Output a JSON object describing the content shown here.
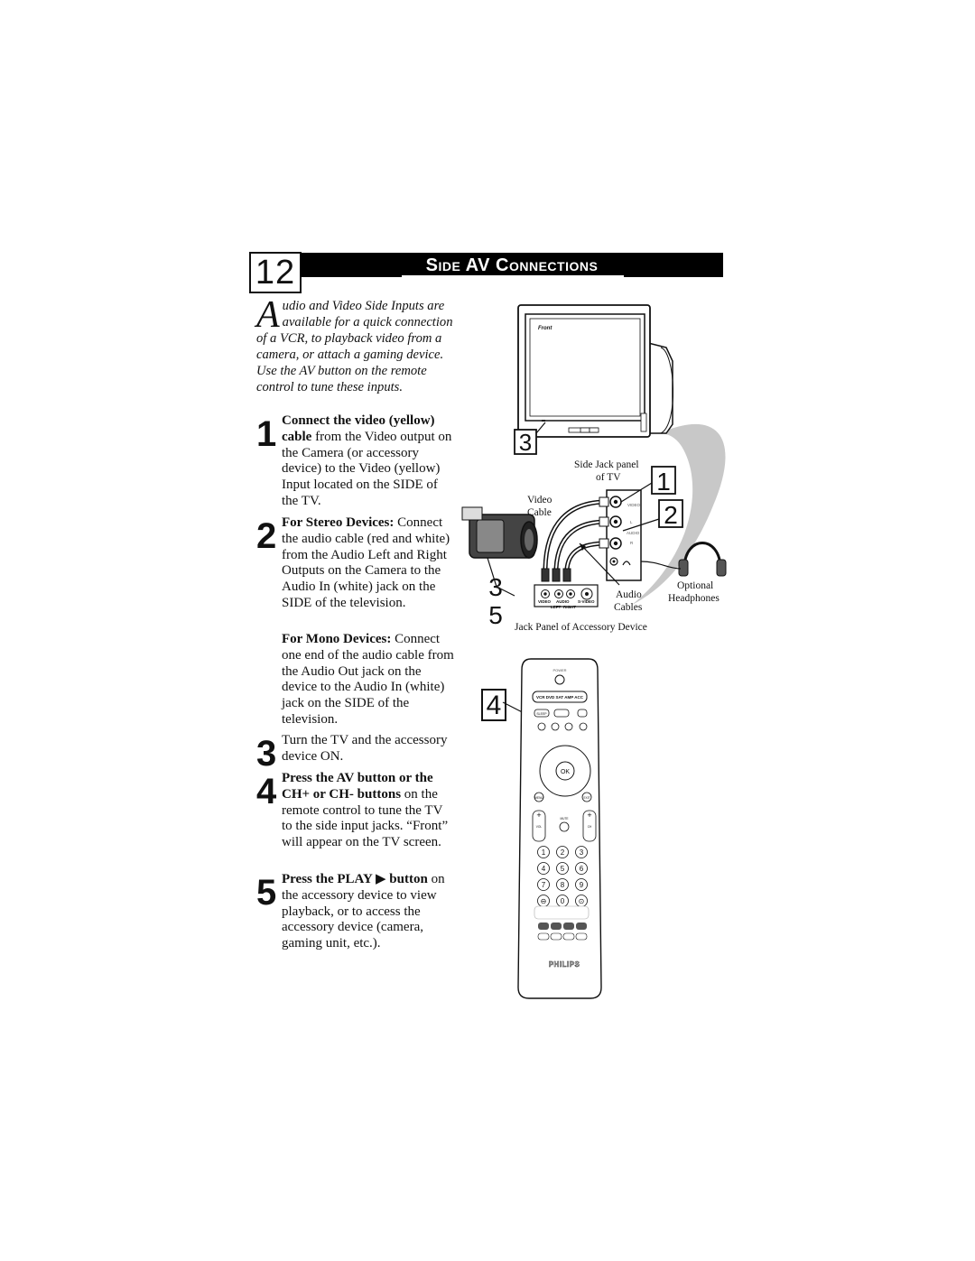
{
  "page_number": "12",
  "section_title": "Side AV Connections",
  "intro": {
    "dropcap": "A",
    "text": "udio and Video Side Inputs are available for a quick connection of a VCR, to playback video from a camera, or attach a gaming device. Use the AV button on the remote control to tune these inputs."
  },
  "steps": [
    {
      "num": "1",
      "lead": "Connect the video (yellow) cable",
      "text": " from the Video output on the Camera (or accessory device) to the Video (yellow) Input located on the SIDE of the TV."
    },
    {
      "num": "2",
      "lead": "For Stereo Devices:",
      "text": " Connect the audio cable (red and white) from the Audio Left and Right Outputs on the Camera to the Audio In (white) jack on the SIDE of the television."
    },
    {
      "num": "",
      "lead": "For Mono Devices:",
      "text": " Connect one end of the audio cable from the Audio Out jack on the device to the Audio In (white) jack on the SIDE of the television."
    },
    {
      "num": "3",
      "lead": "",
      "text": "Turn the TV and the accessory device ON."
    },
    {
      "num": "4",
      "lead": "Press the AV button or the CH+ or CH- buttons",
      "text": " on the remote control to tune the TV to the side input jacks. “Front” will appear on the TV screen."
    },
    {
      "num": "5",
      "lead": "Press the PLAY ▶ button",
      "text": " on the accessory device to view playback, or to access the accessory device (camera, gaming unit, etc.)."
    }
  ],
  "diagram": {
    "tv_screen_text": "Front",
    "side_jack_panel": "Side Jack panel",
    "of_tv": "of TV",
    "video_cable_1": "Video",
    "video_cable_2": "Cable",
    "audio_cables_1": "Audio",
    "audio_cables_2": "Cables",
    "optional": "Optional",
    "headphones": "Headphones",
    "jack_panel_caption": "Jack Panel of Accessory Device",
    "tv_jack_video": "VIDEO",
    "tv_jack_l": "L",
    "tv_jack_audio": "AUDIO",
    "tv_jack_r": "R",
    "device_video": "VIDEO",
    "device_audio": "AUDIO",
    "device_svideo": "S-VIDEO",
    "device_left": "LEFT",
    "device_right": "RIGHT",
    "callouts": {
      "c1": "1",
      "c2": "2",
      "c3_top": "3",
      "c3_bottom": "3",
      "c5": "5",
      "c4": "4"
    }
  },
  "remote": {
    "power": "POWER",
    "modes": "VCR DVD SAT AMP ACC",
    "sleep": "SLEEP",
    "ok": "OK",
    "menu": "MENU",
    "exit": "EXIT",
    "vol": "VOL",
    "ch": "CH",
    "mute": "MUTE",
    "digits": [
      "1",
      "2",
      "3",
      "4",
      "5",
      "6",
      "7",
      "8",
      "9",
      "⊖",
      "0",
      "⊙"
    ],
    "brand": "PHILIPS"
  }
}
